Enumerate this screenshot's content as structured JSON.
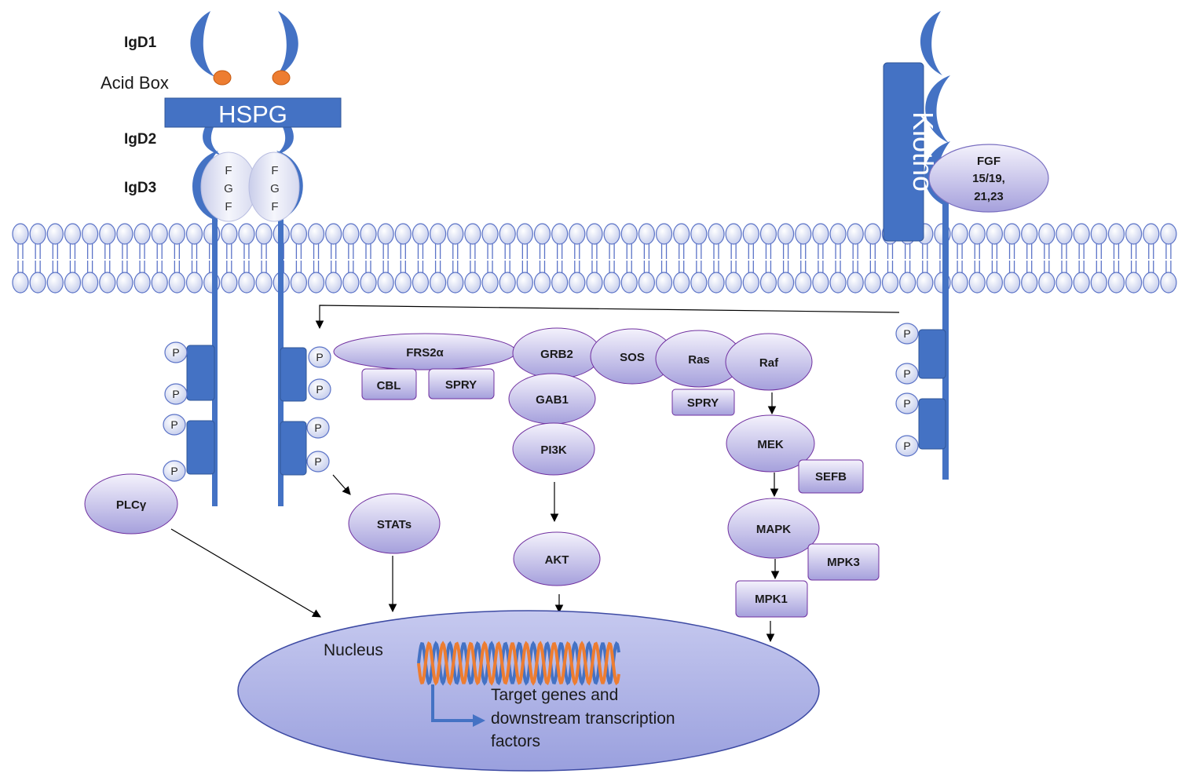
{
  "colors": {
    "receptor_blue": "#4472c4",
    "receptor_dark": "#2f5597",
    "acid_box": "#ed7d31",
    "protein_fill_top": "#f2f0fb",
    "protein_fill_bottom": "#9e99d8",
    "protein_stroke": "#7030a0",
    "membrane_fill": "#dce3f5",
    "membrane_stroke": "#5b73c7",
    "nucleus_fill": "#aeb3e6",
    "nucleus_stroke": "#3d4aa3",
    "dna_orange": "#ed7d31",
    "dna_blue": "#4472c4",
    "arrow": "#000000"
  },
  "receptor_domains": {
    "igd1": "IgD1",
    "acid_box": "Acid Box",
    "igd2": "IgD2",
    "igd3": "IgD3",
    "hspg": "HSPG",
    "fgf_left": [
      "F",
      "G",
      "F"
    ],
    "fgf_right": [
      "F",
      "G",
      "F"
    ]
  },
  "klotho": {
    "label": "Klotho",
    "ligand_lines": [
      "FGF",
      "15/19,",
      "21,23"
    ]
  },
  "phospho": {
    "label": "P"
  },
  "proteins": {
    "frs2a": "FRS2α",
    "cbl": "CBL",
    "spry_frs": "SPRY",
    "grb2": "GRB2",
    "gab1": "GAB1",
    "pi3k": "PI3K",
    "akt": "AKT",
    "sos": "SOS",
    "ras": "Ras",
    "spry_ras": "SPRY",
    "raf": "Raf",
    "mek": "MEK",
    "sefb": "SEFB",
    "mapk": "MAPK",
    "mpk3": "MPK3",
    "mpk1": "MPK1",
    "plcg": "PLCγ",
    "stats": "STATs"
  },
  "nucleus": {
    "label": "Nucleus",
    "target_lines": [
      "Target genes and",
      "downstream transcription",
      "factors"
    ]
  }
}
